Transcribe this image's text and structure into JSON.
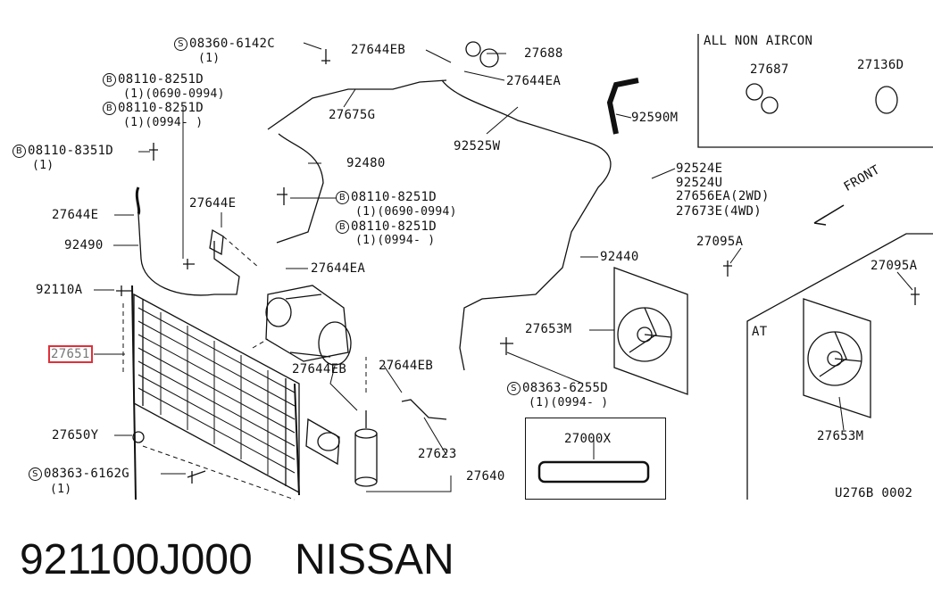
{
  "labels": {
    "s_08360_6142c": "08360-6142C",
    "s_08360_6142c_qty": "(1)",
    "l_27644eb_top": "27644EB",
    "l_27688": "27688",
    "l_27644ea_top": "27644EA",
    "l_27675g": "27675G",
    "l_92590m": "92590M",
    "l_92525w": "92525W",
    "b_08110_8251d_a": "08110-8251D",
    "b_08110_8251d_a_qty": "(1)(0690-0994)",
    "b_08110_8251d_b": "08110-8251D",
    "b_08110_8251d_b_qty": "(1)(0994-    )",
    "b_08110_8351d": "08110-8351D",
    "b_08110_8351d_qty": "(1)",
    "l_92480": "92480",
    "b_08110_8251d_c": "08110-8251D",
    "b_08110_8251d_c_qty": "(1)(0690-0994)",
    "b_08110_8251d_d": "08110-8251D",
    "b_08110_8251d_d_qty": "(1)(0994-    )",
    "l_27644e_left": "27644E",
    "l_27644e_mid": "27644E",
    "l_92490": "92490",
    "l_27644ea_mid": "27644EA",
    "l_92110a": "92110A",
    "l_27651": "27651",
    "l_27644eb_a": "27644EB",
    "l_27644eb_b": "27644EB",
    "l_92440": "92440",
    "l_92524e": "92524E",
    "l_92524u": "92524U",
    "l_27656ea": "27656EA(2WD)",
    "l_27673e": "27673E(4WD)",
    "l_front": "FRONT",
    "l_27095a_mid": "27095A",
    "l_27095a_right": "27095A",
    "l_27653m_mid": "27653M",
    "l_at": "AT",
    "l_27653m_right": "27653M",
    "s_08363_6255d": "08363-6255D",
    "s_08363_6255d_qty": "(1)(0994-    )",
    "l_27650y": "27650Y",
    "s_08363_6162g": "08363-6162G",
    "s_08363_6162g_qty": "(1)",
    "l_27623": "27623",
    "l_27640": "27640",
    "l_27000x": "27000X",
    "l_all_non_aircon": "ALL NON AIRCON",
    "l_27687": "27687",
    "l_27136d": "27136D",
    "l_u276b": "U276B 0002"
  },
  "badges": {
    "s": "S",
    "b": "B"
  },
  "footer": {
    "part_number": "921100J000",
    "brand": "NISSAN"
  },
  "colors": {
    "highlight": "#e0303a",
    "ink": "#111111",
    "background": "#ffffff"
  }
}
